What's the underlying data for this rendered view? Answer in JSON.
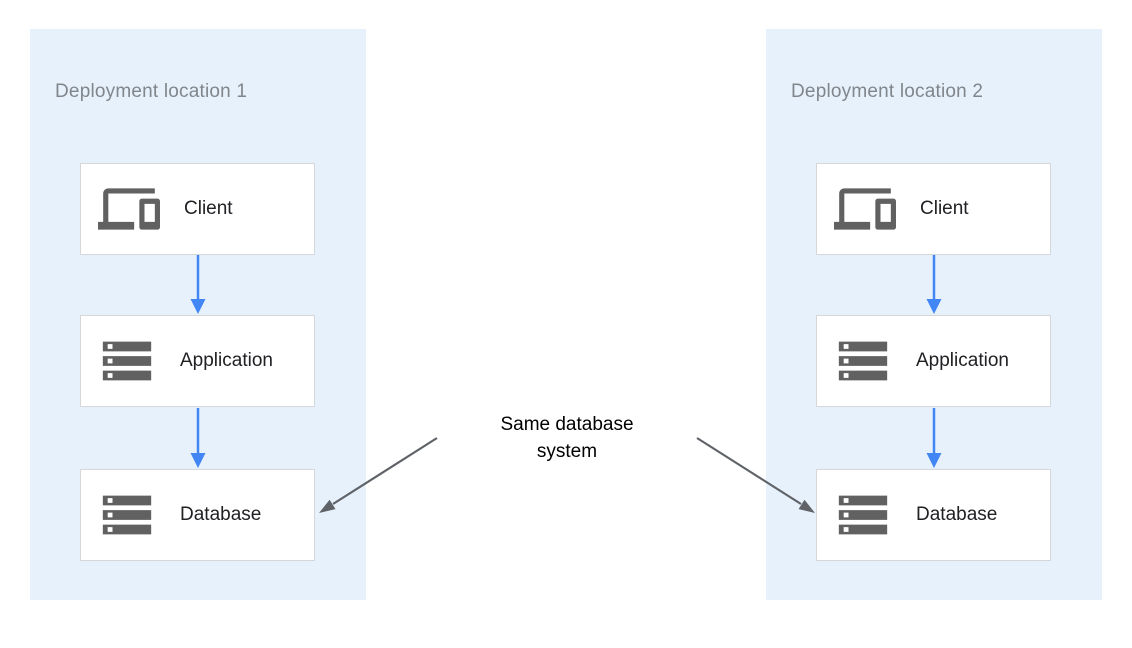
{
  "diagram": {
    "panels": [
      {
        "title": "Deployment location 1",
        "nodes": [
          {
            "label": "Client",
            "icon": "devices-icon"
          },
          {
            "label": "Application",
            "icon": "server-stack-icon"
          },
          {
            "label": "Database",
            "icon": "server-stack-icon"
          }
        ]
      },
      {
        "title": "Deployment location 2",
        "nodes": [
          {
            "label": "Client",
            "icon": "devices-icon"
          },
          {
            "label": "Application",
            "icon": "server-stack-icon"
          },
          {
            "label": "Database",
            "icon": "server-stack-icon"
          }
        ]
      }
    ],
    "annotation": {
      "text": "Same database system",
      "line1": "Same database",
      "line2": "system"
    },
    "flow": [
      "Client -> Application",
      "Application -> Database"
    ],
    "colors": {
      "panel_background": "#e7f1fb",
      "node_background": "#ffffff",
      "node_border": "#d5d7d9",
      "icon_gray": "#616161",
      "flow_arrow_blue": "#4285f4",
      "annotation_arrow_gray": "#5f6368",
      "panel_title_gray": "#80868b",
      "label_dark": "#202124"
    }
  }
}
